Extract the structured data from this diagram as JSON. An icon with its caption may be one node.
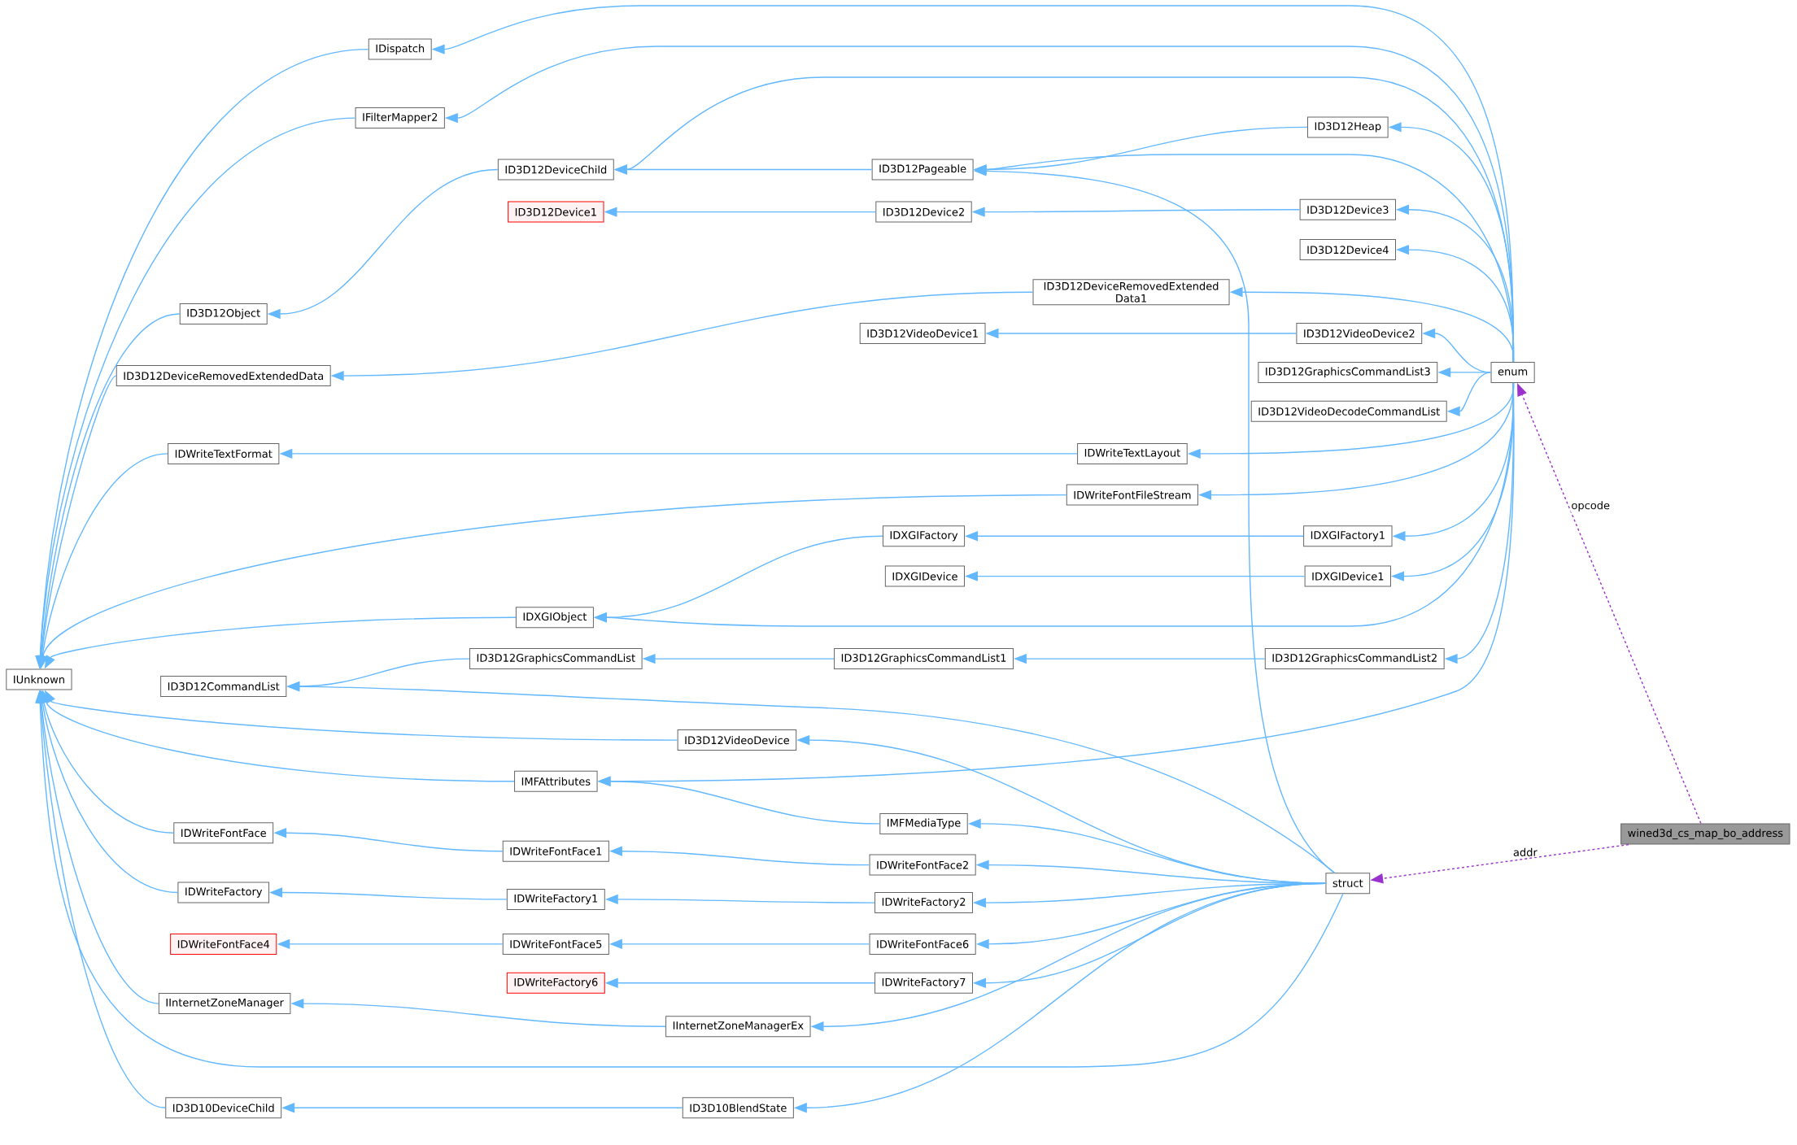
{
  "diagram": {
    "nodes": [
      {
        "text": [
          "IUnknown"
        ]
      },
      {
        "text": [
          "IDispatch"
        ]
      },
      {
        "text": [
          "IFilterMapper2"
        ]
      },
      {
        "text": [
          "ID3D12DeviceChild"
        ]
      },
      {
        "text": [
          "ID3D12Device1"
        ]
      },
      {
        "text": [
          "ID3D12Object"
        ]
      },
      {
        "text": [
          "ID3D12DeviceRemovedExtendedData"
        ]
      },
      {
        "text": [
          "IDWriteTextFormat"
        ]
      },
      {
        "text": [
          "IDXGIObject"
        ]
      },
      {
        "text": [
          "ID3D12CommandList"
        ]
      },
      {
        "text": [
          "ID3D12GraphicsCommandList"
        ]
      },
      {
        "text": [
          "IMFAttributes"
        ]
      },
      {
        "text": [
          "IDWriteFontFace"
        ]
      },
      {
        "text": [
          "IDWriteFontFace1"
        ]
      },
      {
        "text": [
          "IDWriteFactory"
        ]
      },
      {
        "text": [
          "IDWriteFactory1"
        ]
      },
      {
        "text": [
          "IDWriteFontFace4"
        ]
      },
      {
        "text": [
          "IDWriteFontFace5"
        ]
      },
      {
        "text": [
          "IInternetZoneManager"
        ]
      },
      {
        "text": [
          "IDWriteFactory6"
        ]
      },
      {
        "text": [
          "ID3D10DeviceChild"
        ]
      },
      {
        "text": [
          "ID3D12Pageable"
        ]
      },
      {
        "text": [
          "ID3D12Device2"
        ]
      },
      {
        "text": [
          "ID3D12DeviceRemovedExtended Data1"
        ]
      },
      {
        "text": [
          "ID3D12VideoDevice1"
        ]
      },
      {
        "text": [
          "IDWriteTextLayout"
        ]
      },
      {
        "text": [
          "IDWriteFontFileStream"
        ]
      },
      {
        "text": [
          "IDXGIFactory"
        ]
      },
      {
        "text": [
          "IDXGIDevice"
        ]
      },
      {
        "text": [
          "ID3D12GraphicsCommandList1"
        ]
      },
      {
        "text": [
          "ID3D12VideoDevice"
        ]
      },
      {
        "text": [
          "IMFMediaType"
        ]
      },
      {
        "text": [
          "IDWriteFontFace2"
        ]
      },
      {
        "text": [
          "IDWriteFactory2"
        ]
      },
      {
        "text": [
          "IDWriteFontFace6"
        ]
      },
      {
        "text": [
          "IDWriteFactory7"
        ]
      },
      {
        "text": [
          "IInternetZoneManagerEx"
        ]
      },
      {
        "text": [
          "ID3D10BlendState"
        ]
      },
      {
        "text": [
          "ID3D12Heap"
        ]
      },
      {
        "text": [
          "ID3D12Device3"
        ]
      },
      {
        "text": [
          "ID3D12Device4"
        ]
      },
      {
        "text": [
          "ID3D12VideoDevice2"
        ]
      },
      {
        "text": [
          "ID3D12GraphicsCommandList3"
        ]
      },
      {
        "text": [
          "ID3D12VideoDecodeCommandList"
        ]
      },
      {
        "text": [
          "IDXGIFactory1"
        ]
      },
      {
        "text": [
          "IDXGIDevice1"
        ]
      },
      {
        "text": [
          "ID3D12GraphicsCommandList2"
        ]
      },
      {
        "text": [
          "enum"
        ]
      },
      {
        "text": [
          "struct"
        ]
      },
      {
        "text": [
          "wined3d_cs_map_bo_address"
        ]
      }
    ],
    "edges": [
      {
        "from": 1,
        "to": 0,
        "arrow": "to"
      },
      {
        "from": 2,
        "to": 0,
        "arrow": "to"
      },
      {
        "from": 5,
        "to": 0,
        "arrow": "to"
      },
      {
        "from": 6,
        "to": 0,
        "arrow": "to"
      },
      {
        "from": 7,
        "to": 0,
        "arrow": "to"
      },
      {
        "from": 26,
        "to": 0,
        "arrow": "to"
      },
      {
        "from": 8,
        "to": 0,
        "arrow": "to"
      },
      {
        "from": 30,
        "to": 0,
        "arrow": "to"
      },
      {
        "from": 11,
        "to": 0,
        "arrow": "to"
      },
      {
        "from": 12,
        "to": 0,
        "arrow": "to"
      },
      {
        "from": 14,
        "to": 0,
        "arrow": "to"
      },
      {
        "from": 18,
        "to": 0,
        "arrow": "to"
      },
      {
        "from": 48,
        "to": 0,
        "arrow": "to"
      },
      {
        "from": 20,
        "to": 0,
        "arrow": "to"
      },
      {
        "from": 47,
        "to": 1,
        "arrow": "to"
      },
      {
        "from": 47,
        "to": 2,
        "arrow": "to"
      },
      {
        "from": 21,
        "to": 3,
        "arrow": "to"
      },
      {
        "from": 47,
        "to": 3,
        "arrow": "to"
      },
      {
        "from": 3,
        "to": 5,
        "arrow": "to"
      },
      {
        "from": 22,
        "to": 4,
        "arrow": "to"
      },
      {
        "from": 23,
        "to": 6,
        "arrow": "to"
      },
      {
        "from": 25,
        "to": 7,
        "arrow": "to"
      },
      {
        "from": 27,
        "to": 8,
        "arrow": "to"
      },
      {
        "from": 47,
        "to": 8,
        "arrow": "to"
      },
      {
        "from": 10,
        "to": 9,
        "arrow": "to"
      },
      {
        "from": 48,
        "to": 9,
        "arrow": "to"
      },
      {
        "from": 29,
        "to": 10,
        "arrow": "to"
      },
      {
        "from": 47,
        "to": 11,
        "arrow": "to"
      },
      {
        "from": 31,
        "to": 11,
        "arrow": "to"
      },
      {
        "from": 13,
        "to": 12,
        "arrow": "to"
      },
      {
        "from": 15,
        "to": 14,
        "arrow": "to"
      },
      {
        "from": 17,
        "to": 16,
        "arrow": "to"
      },
      {
        "from": 36,
        "to": 18,
        "arrow": "to"
      },
      {
        "from": 35,
        "to": 19,
        "arrow": "to"
      },
      {
        "from": 37,
        "to": 20,
        "arrow": "to"
      },
      {
        "from": 38,
        "to": 21,
        "arrow": "to"
      },
      {
        "from": 47,
        "to": 21,
        "arrow": "to"
      },
      {
        "from": 48,
        "to": 21,
        "arrow": "to"
      },
      {
        "from": 39,
        "to": 22,
        "arrow": "to"
      },
      {
        "from": 41,
        "to": 24,
        "arrow": "to"
      },
      {
        "from": 44,
        "to": 27,
        "arrow": "to"
      },
      {
        "from": 45,
        "to": 28,
        "arrow": "to"
      },
      {
        "from": 46,
        "to": 29,
        "arrow": "to"
      },
      {
        "from": 48,
        "to": 30,
        "arrow": "to"
      },
      {
        "from": 48,
        "to": 31,
        "arrow": "to"
      },
      {
        "from": 32,
        "to": 13,
        "arrow": "to"
      },
      {
        "from": 48,
        "to": 32,
        "arrow": "to"
      },
      {
        "from": 33,
        "to": 15,
        "arrow": "to"
      },
      {
        "from": 48,
        "to": 33,
        "arrow": "to"
      },
      {
        "from": 34,
        "to": 17,
        "arrow": "to"
      },
      {
        "from": 48,
        "to": 34,
        "arrow": "to"
      },
      {
        "from": 48,
        "to": 35,
        "arrow": "to"
      },
      {
        "from": 48,
        "to": 36,
        "arrow": "to"
      },
      {
        "from": 48,
        "to": 37,
        "arrow": "to"
      },
      {
        "from": 47,
        "to": 38,
        "arrow": "to"
      },
      {
        "from": 47,
        "to": 39,
        "arrow": "to"
      },
      {
        "from": 47,
        "to": 40,
        "arrow": "to"
      },
      {
        "from": 47,
        "to": 23,
        "arrow": "to"
      },
      {
        "from": 47,
        "to": 41,
        "arrow": "to"
      },
      {
        "from": 47,
        "to": 42,
        "arrow": "to"
      },
      {
        "from": 47,
        "to": 43,
        "arrow": "to"
      },
      {
        "from": 47,
        "to": 25,
        "arrow": "to"
      },
      {
        "from": 47,
        "to": 26,
        "arrow": "to"
      },
      {
        "from": 47,
        "to": 44,
        "arrow": "to"
      },
      {
        "from": 47,
        "to": 45,
        "arrow": "to"
      },
      {
        "from": 47,
        "to": 46,
        "arrow": "to"
      },
      {
        "from": 49,
        "to": 47,
        "arrow": "to",
        "label": "opcode",
        "style": "dashed",
        "color": "#9a32cd"
      },
      {
        "from": 49,
        "to": 48,
        "arrow": "to",
        "label": "addr",
        "style": "dashed",
        "color": "#9a32cd"
      }
    ]
  }
}
